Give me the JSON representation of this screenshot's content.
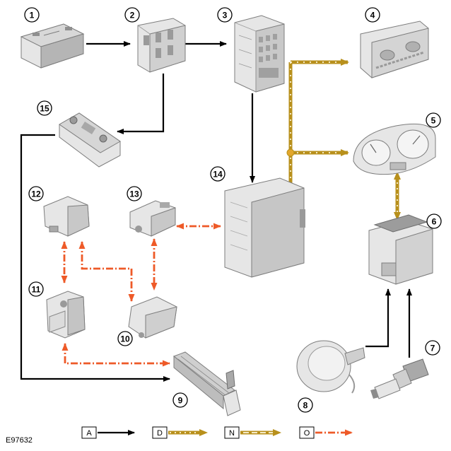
{
  "diagram": {
    "reference": "E97632",
    "callouts": [
      "1",
      "2",
      "3",
      "4",
      "5",
      "6",
      "7",
      "8",
      "9",
      "10",
      "11",
      "12",
      "13",
      "14",
      "15"
    ],
    "legend": [
      {
        "key": "A",
        "line_type": "black-solid"
      },
      {
        "key": "D",
        "line_type": "gold-dotted"
      },
      {
        "key": "N",
        "line_type": "gold-dashed"
      },
      {
        "key": "O",
        "line_type": "orange-dash-dot"
      }
    ],
    "colors": {
      "black_line": "#000000",
      "gold_line": "#b8901c",
      "gold_dots": "#f4e9c4",
      "orange_line": "#ee5a28"
    },
    "components": {
      "1": "battery-icon",
      "2": "fuse-box-icon",
      "3": "central-junction-box-icon",
      "4": "control-panel-icon",
      "5": "instrument-cluster-icon",
      "6": "control-module-icon",
      "7": "temperature-sensor-icon",
      "8": "sensor-pad-icon",
      "9": "radiator-icon",
      "10": "actuator-icon",
      "11": "actuator-icon",
      "12": "actuator-icon",
      "13": "actuator-icon",
      "14": "heater-control-module-icon",
      "15": "mega-fuse-icon"
    }
  }
}
